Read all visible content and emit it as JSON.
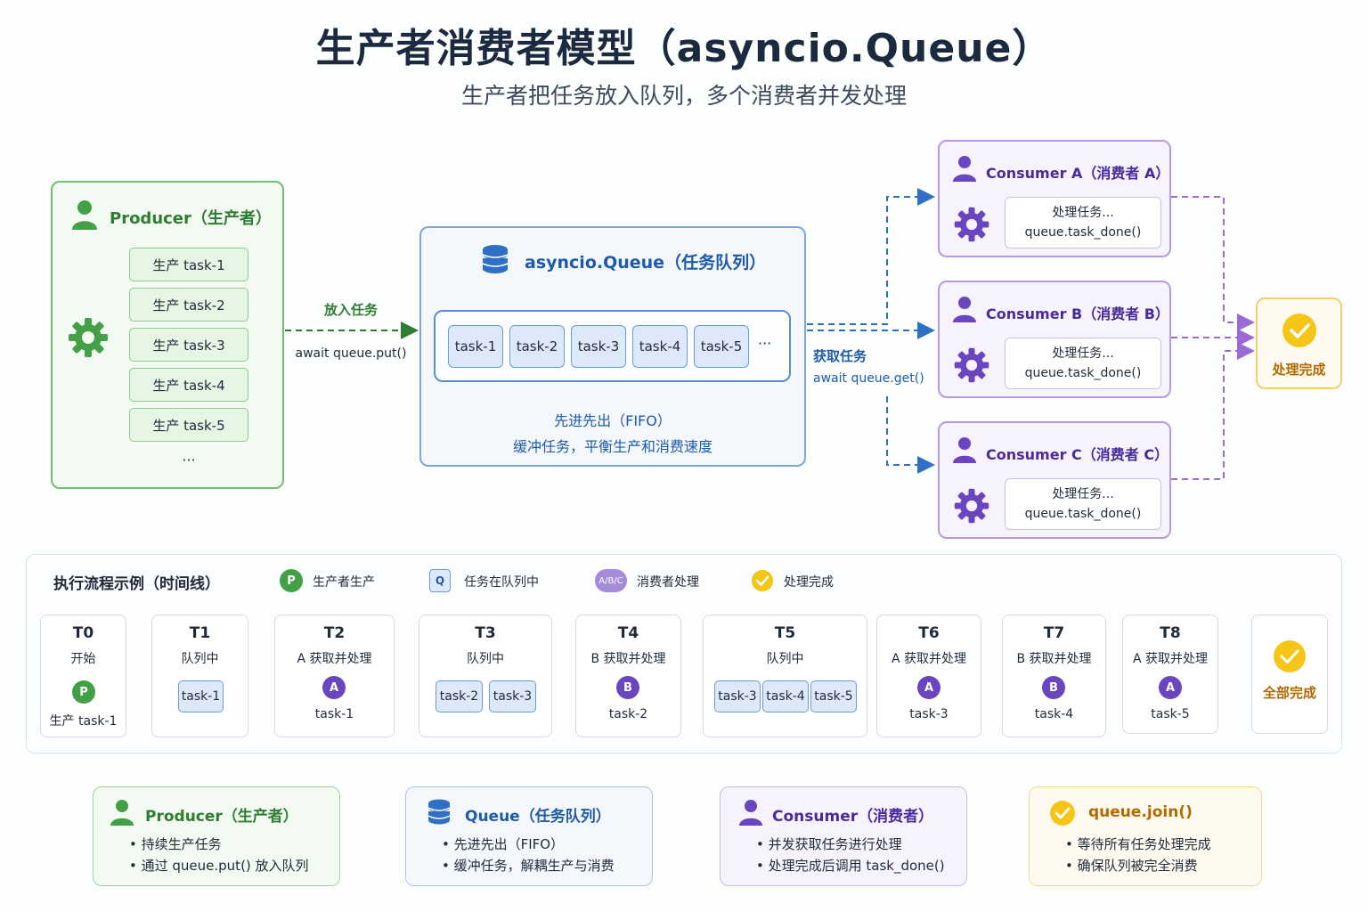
{
  "title": "生产者消费者模型（asyncio.Queue）",
  "subtitle": "生产者把任务放入队列，多个消费者并发处理",
  "producer": {
    "title": "Producer（生产者）",
    "tasks": [
      "生产 task-1",
      "生产 task-2",
      "生产 task-3",
      "生产 task-4",
      "生产 task-5"
    ],
    "more": "···"
  },
  "put_arrow": {
    "label": "放入任务",
    "code": "await queue.put()"
  },
  "queue": {
    "title": "asyncio.Queue（任务队列）",
    "tasks": [
      "task-1",
      "task-2",
      "task-3",
      "task-4",
      "task-5"
    ],
    "more": "···",
    "note1": "先进先出（FIFO）",
    "note2": "缓冲任务，平衡生产和消费速度"
  },
  "get_arrow": {
    "label": "获取任务",
    "code": "await queue.get()"
  },
  "consumers": [
    {
      "title": "Consumer A（消费者 A）",
      "line1": "处理任务...",
      "line2": "queue.task_done()"
    },
    {
      "title": "Consumer B（消费者 B）",
      "line1": "处理任务...",
      "line2": "queue.task_done()"
    },
    {
      "title": "Consumer C（消费者 C）",
      "line1": "处理任务...",
      "line2": "queue.task_done()"
    }
  ],
  "done": {
    "label": "处理完成"
  },
  "timeline": {
    "title": "执行流程示例（时间线）",
    "legend": [
      {
        "badge": "P",
        "label": "生产者生产"
      },
      {
        "badge": "Q",
        "label": "任务在队列中"
      },
      {
        "badge": "A/B/C",
        "label": "消费者处理"
      },
      {
        "badge": "",
        "label": "处理完成"
      }
    ],
    "steps": [
      {
        "t": "T0",
        "sub": "开始",
        "badge": "P",
        "foot": "生产 task-1"
      },
      {
        "t": "T1",
        "sub": "队列中",
        "chips": [
          "task-1"
        ]
      },
      {
        "t": "T2",
        "sub": "A 获取并处理",
        "badge": "A",
        "foot": "task-1"
      },
      {
        "t": "T3",
        "sub": "队列中",
        "chips": [
          "task-2",
          "task-3"
        ]
      },
      {
        "t": "T4",
        "sub": "B 获取并处理",
        "badge": "B",
        "foot": "task-2"
      },
      {
        "t": "T5",
        "sub": "队列中",
        "chips": [
          "task-3",
          "task-4",
          "task-5"
        ]
      },
      {
        "t": "T6",
        "sub": "A 获取并处理",
        "badge": "A",
        "foot": "task-3"
      },
      {
        "t": "T7",
        "sub": "B 获取并处理",
        "badge": "B",
        "foot": "task-4"
      },
      {
        "t": "T8",
        "sub": "A 获取并处理",
        "badge": "A",
        "foot": "task-5"
      }
    ],
    "final": "全部完成"
  },
  "cards": [
    {
      "title": "Producer（生产者）",
      "items": [
        "持续生产任务",
        "通过 queue.put() 放入队列"
      ]
    },
    {
      "title": "Queue（任务队列）",
      "items": [
        "先进先出（FIFO）",
        "缓冲任务，解耦生产与消费"
      ]
    },
    {
      "title": "Consumer（消费者）",
      "items": [
        "并发获取任务进行处理",
        "处理完成后调用 task_done()"
      ]
    },
    {
      "title": "queue.join()",
      "items": [
        "等待所有任务处理完成",
        "确保队列被完全消费"
      ]
    }
  ],
  "colors": {
    "green": "#2e7d32",
    "blue": "#1e5aa8",
    "purple": "#4a2a9b",
    "gold": "#f1c232",
    "amber_text": "#b26a00"
  }
}
